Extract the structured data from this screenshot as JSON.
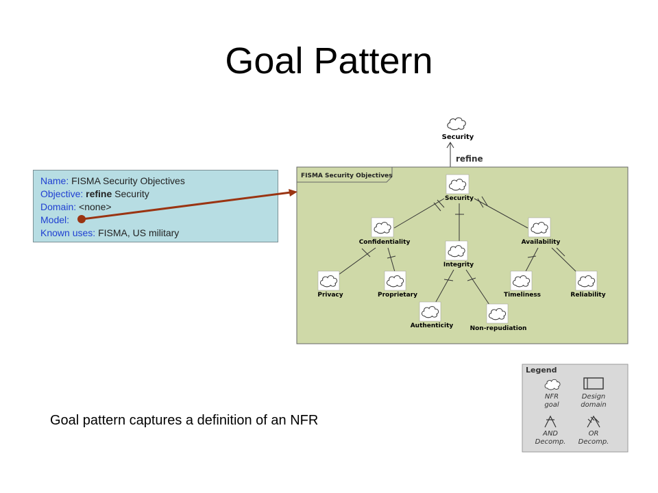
{
  "title": "Goal Pattern",
  "info": {
    "name_key": "Name:",
    "name_val": "FISMA Security Objectives",
    "objective_key": "Objective:",
    "objective_bold": "refine",
    "objective_val": "Security",
    "domain_key": "Domain:",
    "domain_val": "<none>",
    "model_key": "Model:",
    "uses_key": "Known uses:",
    "uses_val": "FISMA, US military"
  },
  "diagram": {
    "top_goal": "Security",
    "refine_label": "refine",
    "domain_label": "FISMA Security Objectives",
    "root": "Security",
    "level1": [
      "Confidentiality",
      "Integrity",
      "Availability"
    ],
    "level2": [
      "Privacy",
      "Proprietary",
      "Authenticity",
      "Non-repudiation",
      "Timeliness",
      "Reliability"
    ]
  },
  "legend": {
    "title": "Legend",
    "nfr_goal": [
      "NFR",
      "goal"
    ],
    "design_domain": [
      "Design",
      "domain"
    ],
    "and_decomp": [
      "AND",
      "Decomp."
    ],
    "or_decomp": [
      "OR",
      "Decomp."
    ]
  },
  "caption": "Goal pattern captures a definition of an NFR",
  "colors": {
    "domain_fill": "#cfd9a8",
    "info_fill": "#b7dde3",
    "arrow": "#9a3412",
    "legend_fill": "#d9d9d9"
  }
}
